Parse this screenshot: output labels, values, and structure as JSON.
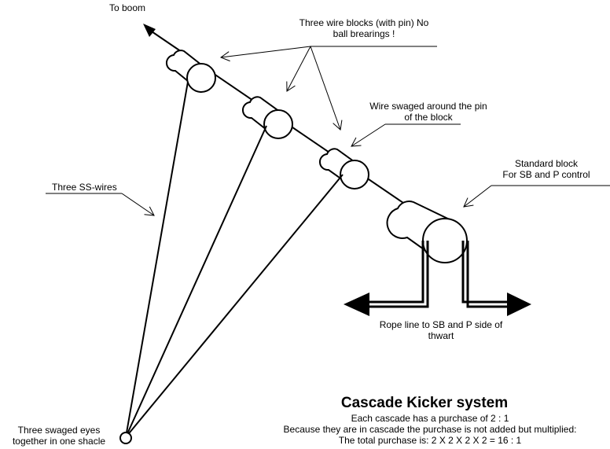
{
  "labels": {
    "to_boom": "To boom",
    "wire_blocks": [
      "Three wire blocks (with pin) No",
      "ball brearings !"
    ],
    "wire_swaged": [
      "Wire swaged around the pin",
      "of the block"
    ],
    "standard_block": [
      "Standard block",
      "For SB and P control"
    ],
    "ss_wires": "Three SS-wires",
    "rope_line": [
      "Rope line to SB and P side of",
      "thwart"
    ],
    "swaged_eyes": [
      "Three swaged eyes",
      "together in one shacle"
    ]
  },
  "caption": {
    "title": "Cascade Kicker system",
    "lines": [
      "Each cascade has a purchase of 2 : 1",
      "Because they are in cascade the purchase is not added but multiplied:",
      "The total purchase is: 2 X 2 X 2 X 2 = 16 : 1"
    ]
  },
  "colors": {
    "ink": "#000000",
    "paper": "#ffffff"
  }
}
